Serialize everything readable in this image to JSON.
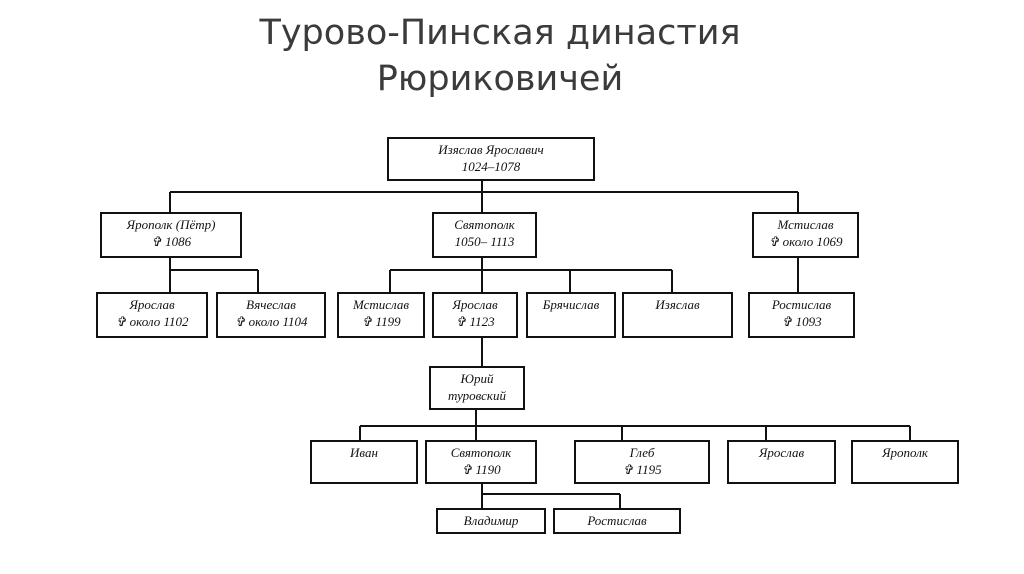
{
  "title": {
    "line1": "Турово-Пинская династия",
    "line2": "Рюриковичей"
  },
  "nodes": {
    "izyaslav": {
      "line1": "Изяслав Ярославич",
      "line2": "1024–1078"
    },
    "yaropolk": {
      "line1": "Ярополк (Пётр)",
      "line2": "✞ 1086"
    },
    "svyatopolk": {
      "line1": "Святополк",
      "line2": "1050– 1113"
    },
    "mstislav_top": {
      "line1": "Мстислав",
      "line2": "✞ около 1069"
    },
    "yaroslav_1102": {
      "line1": "Ярослав",
      "line2": "✞ около 1102"
    },
    "vyacheslav": {
      "line1": "Вячеслав",
      "line2": "✞ около 1104"
    },
    "mstislav_1199": {
      "line1": "Мстислав",
      "line2": "✞ 1199"
    },
    "yaroslav_1123": {
      "line1": "Ярослав",
      "line2": "✞ 1123"
    },
    "bryachislav": {
      "line1": "Брячислав",
      "line2": ""
    },
    "izyaslav_2": {
      "line1": "Изяслав",
      "line2": ""
    },
    "rostislav_1093": {
      "line1": "Ростислав",
      "line2": "✞ 1093"
    },
    "yuri": {
      "line1": "Юрий",
      "line2": "туровский"
    },
    "ivan": {
      "line1": "Иван",
      "line2": ""
    },
    "svyatopolk_1190": {
      "line1": "Святополк",
      "line2": "✞ 1190"
    },
    "gleb": {
      "line1": "Глеб",
      "line2": "✞ 1195"
    },
    "yaroslav_3": {
      "line1": "Ярослав",
      "line2": ""
    },
    "yaropolk_2": {
      "line1": "Ярополк",
      "line2": ""
    },
    "vladimir": {
      "line1": "Владимир",
      "line2": ""
    },
    "rostislav_2": {
      "line1": "Ростислав",
      "line2": ""
    }
  }
}
